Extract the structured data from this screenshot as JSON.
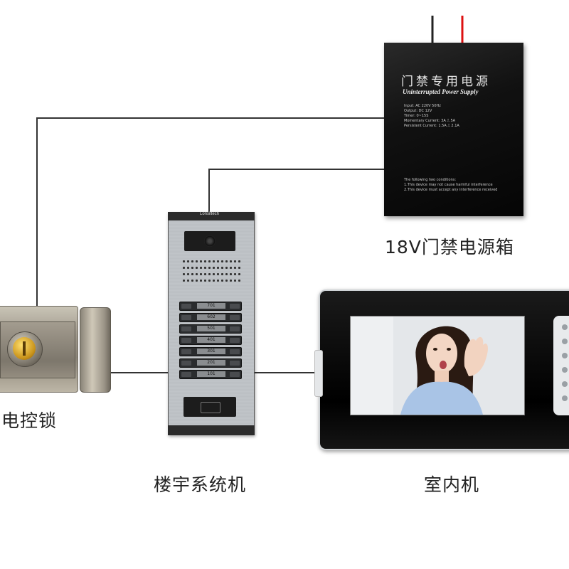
{
  "labels": {
    "power_box": "18V门禁电源箱",
    "lock": "电控锁",
    "building_unit": "楼宇系统机",
    "indoor_unit": "室内机"
  },
  "power_supply": {
    "title_cn": "门禁专用电源",
    "title_en": "Uninterrupted Power Supply",
    "specs": [
      "Input:            AC 220V  50Hz",
      "Output:           DC 12V",
      "Timer:            0~15S",
      "Momentary Current: 3A  ⎍  5A",
      "Persistent Current: 1.5A  ⎍  2.1A"
    ],
    "notes": [
      "The following two conditions:",
      "1.This device may not cause harmful interference",
      "2.This device must accept any interference received"
    ]
  },
  "building_unit_panel": {
    "brand": "Lonsiltech",
    "keys": [
      "701",
      "602",
      "501",
      "401",
      "301",
      "201",
      "101"
    ]
  },
  "colors": {
    "wire": "#333333",
    "red_wire": "#dd1111"
  }
}
